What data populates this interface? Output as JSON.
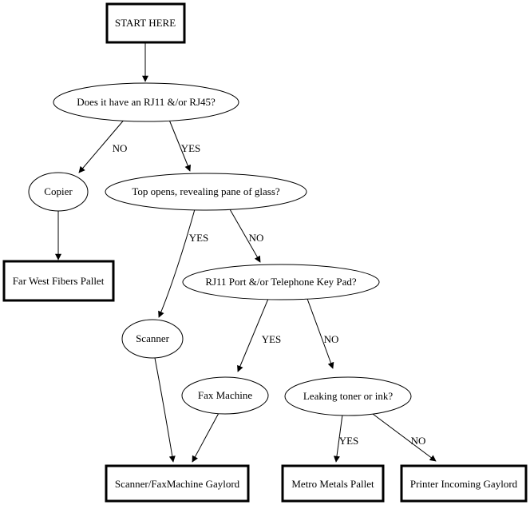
{
  "colors": {
    "background": "#ffffff",
    "line": "#000000",
    "node_fill": "#ffffff",
    "text": "#000000"
  },
  "nodes": {
    "start": {
      "label": "START HERE",
      "shape": "box"
    },
    "rj_question": {
      "label": "Does it have an RJ11 &/or RJ45?",
      "shape": "ellipse"
    },
    "copier": {
      "label": "Copier",
      "shape": "ellipse"
    },
    "top_opens": {
      "label": "Top opens, revealing pane of glass?",
      "shape": "ellipse"
    },
    "far_west": {
      "label": "Far West Fibers Pallet",
      "shape": "box"
    },
    "port_question": {
      "label": "RJ11 Port &/or Telephone Key Pad?",
      "shape": "ellipse"
    },
    "scanner": {
      "label": "Scanner",
      "shape": "ellipse"
    },
    "fax_machine": {
      "label": "Fax Machine",
      "shape": "ellipse"
    },
    "leaking": {
      "label": "Leaking toner or ink?",
      "shape": "ellipse"
    },
    "gaylord": {
      "label": "Scanner/FaxMachine Gaylord",
      "shape": "box"
    },
    "metro": {
      "label": "Metro Metals Pallet",
      "shape": "box"
    },
    "printer": {
      "label": "Printer Incoming Gaylord",
      "shape": "box"
    }
  },
  "edges": [
    {
      "from": "start",
      "to": "rj_question",
      "label": ""
    },
    {
      "from": "rj_question",
      "to": "copier",
      "label": "NO"
    },
    {
      "from": "rj_question",
      "to": "top_opens",
      "label": "YES"
    },
    {
      "from": "copier",
      "to": "far_west",
      "label": ""
    },
    {
      "from": "top_opens",
      "to": "scanner",
      "label": "YES"
    },
    {
      "from": "top_opens",
      "to": "port_question",
      "label": "NO"
    },
    {
      "from": "port_question",
      "to": "fax_machine",
      "label": "YES"
    },
    {
      "from": "port_question",
      "to": "leaking",
      "label": "NO"
    },
    {
      "from": "scanner",
      "to": "gaylord",
      "label": ""
    },
    {
      "from": "fax_machine",
      "to": "gaylord",
      "label": ""
    },
    {
      "from": "leaking",
      "to": "metro",
      "label": "YES"
    },
    {
      "from": "leaking",
      "to": "printer",
      "label": "NO"
    }
  ]
}
